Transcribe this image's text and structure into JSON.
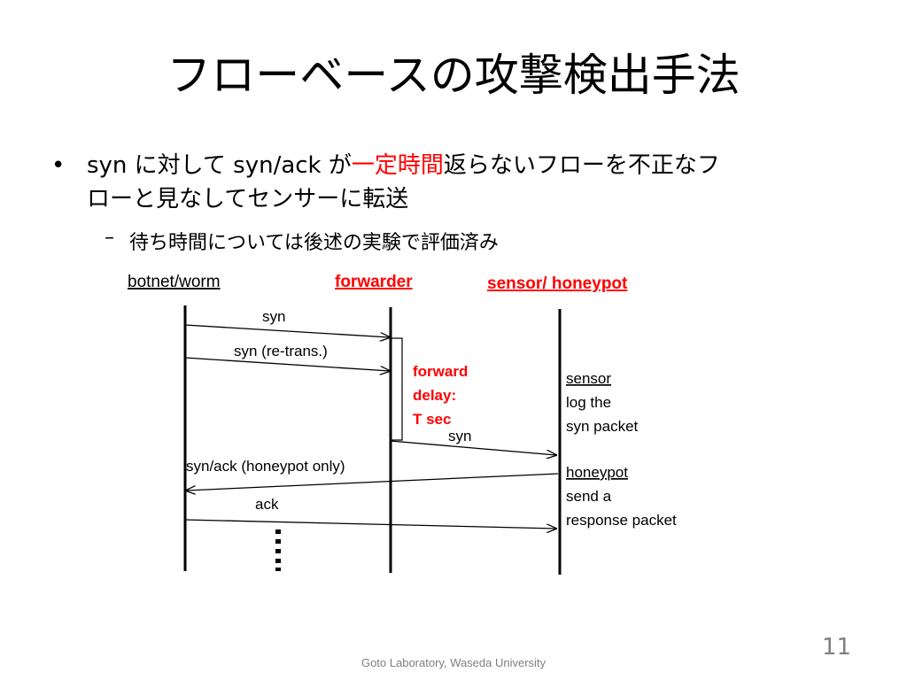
{
  "slide": {
    "title": "フローベースの攻撃検出手法",
    "bullet": {
      "line1_pre": "syn に対して syn/ack が",
      "line1_red": "一定時間",
      "line1_post": "返らないフローを不正なフ",
      "line2": "ローと見なしてセンサーに転送"
    },
    "sub_bullet": "待ち時間については後述の実験で評価済み",
    "bullet_mark": "•",
    "sub_mark": "–",
    "footer": "Goto Laboratory, Waseda University",
    "page_number": "11"
  },
  "diagram": {
    "actors": {
      "botnet": "botnet/worm",
      "forwarder": "forwarder",
      "sensor": "sensor/ honeypot"
    },
    "messages": {
      "syn1": "syn",
      "syn2": "syn (re-trans.)",
      "syn3": "syn",
      "synack": "syn/ack (honeypot only)",
      "ack": "ack"
    },
    "forward_note": [
      "forward",
      "delay:",
      "T sec"
    ],
    "sensor_note": {
      "title": "sensor",
      "lines": [
        "log the",
        "syn packet"
      ]
    },
    "honeypot_note": {
      "title": "honeypot",
      "lines": [
        "send a",
        "response packet"
      ]
    },
    "colors": {
      "accent": "#ff0000",
      "line": "#000000"
    }
  }
}
